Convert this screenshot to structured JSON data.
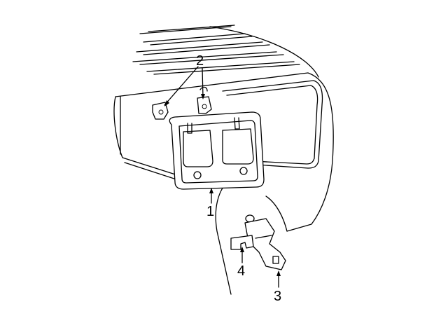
{
  "diagram": {
    "callouts": [
      {
        "id": "1",
        "label": "1"
      },
      {
        "id": "2",
        "label": "2"
      },
      {
        "id": "3",
        "label": "3"
      },
      {
        "id": "4",
        "label": "4"
      }
    ],
    "line_color": "#000000",
    "background": "#ffffff"
  }
}
